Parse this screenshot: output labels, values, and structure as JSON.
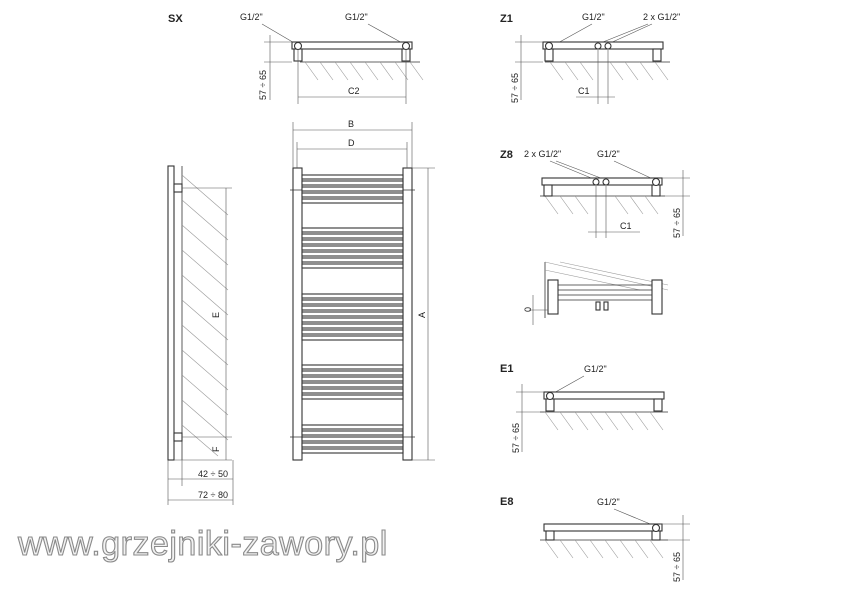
{
  "views": {
    "sx": {
      "title": "SX",
      "conn_left": "G1/2\"",
      "conn_right": "G1/2\"",
      "height_dim": "57 ÷ 65",
      "spacing_dim": "C2"
    },
    "z1": {
      "title": "Z1",
      "conn_single": "G1/2\"",
      "conn_double": "2 x G1/2\"",
      "height_dim": "57 ÷ 65",
      "spacing_dim": "C1"
    },
    "z8": {
      "title": "Z8",
      "conn_double": "2 x G1/2\"",
      "conn_single": "G1/2\"",
      "height_dim": "57 ÷ 65",
      "spacing_dim": "C1"
    },
    "tilt": {
      "offset_dim": "0"
    },
    "e1": {
      "title": "E1",
      "conn_single": "G1/2\"",
      "height_dim": "57 ÷ 65"
    },
    "e8": {
      "title": "E8",
      "conn_single": "G1/2\"",
      "height_dim": "57 ÷ 65"
    },
    "front": {
      "dim_b": "B",
      "dim_d": "D",
      "dim_a": "A"
    },
    "side": {
      "dim_e": "E",
      "dim_f": "F",
      "dim_depth_1": "42 ÷ 50",
      "dim_depth_2": "72 ÷ 80"
    }
  },
  "watermark": "www.grzejniki-zawory.pl"
}
